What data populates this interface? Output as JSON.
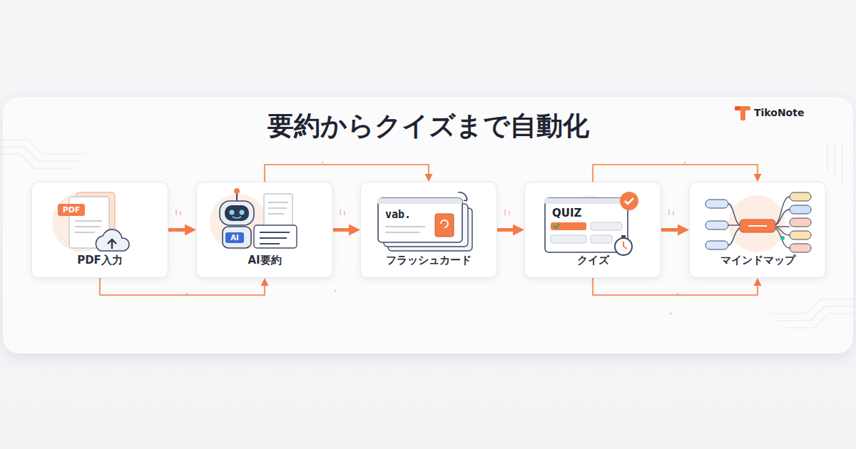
{
  "diagram": {
    "title": "要約からクイズまで自動化",
    "nodes": [
      {
        "text": [
          "PDF入力"
        ]
      },
      {
        "text": [
          "AI要約"
        ]
      },
      {
        "text": [
          "フラッシュカード"
        ]
      },
      {
        "text": [
          "クイズ"
        ]
      },
      {
        "text": [
          "マインドマップ"
        ]
      }
    ],
    "edges": [
      {
        "from": 0,
        "to": 1,
        "arrow": "to"
      },
      {
        "from": 1,
        "to": 2,
        "arrow": "to"
      },
      {
        "from": 2,
        "to": 3,
        "arrow": "to"
      },
      {
        "from": 3,
        "to": 4,
        "arrow": "to"
      },
      {
        "from": 1,
        "to": 2,
        "arrow": "to"
      },
      {
        "from": 3,
        "to": 4,
        "arrow": "to"
      },
      {
        "from": 0,
        "to": 1,
        "arrow": "to"
      },
      {
        "from": 3,
        "to": 4,
        "arrow": "to"
      }
    ],
    "labels": [
      "TikoNote",
      "PDF",
      "AI",
      "vab.",
      "QUIZ"
    ]
  }
}
